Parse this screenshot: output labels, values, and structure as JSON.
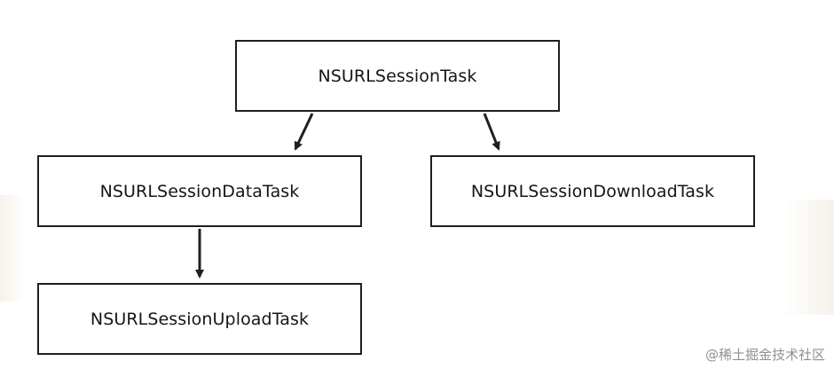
{
  "diagram": {
    "nodes": {
      "root": "NSURLSessionTask",
      "data_task": "NSURLSessionDataTask",
      "download_task": "NSURLSessionDownloadTask",
      "upload_task": "NSURLSessionUploadTask"
    }
  },
  "watermark": "@稀土掘金技术社区",
  "colors": {
    "stroke": "#1f1f1f",
    "text": "#151515",
    "watermark": "#8f8f8f"
  }
}
